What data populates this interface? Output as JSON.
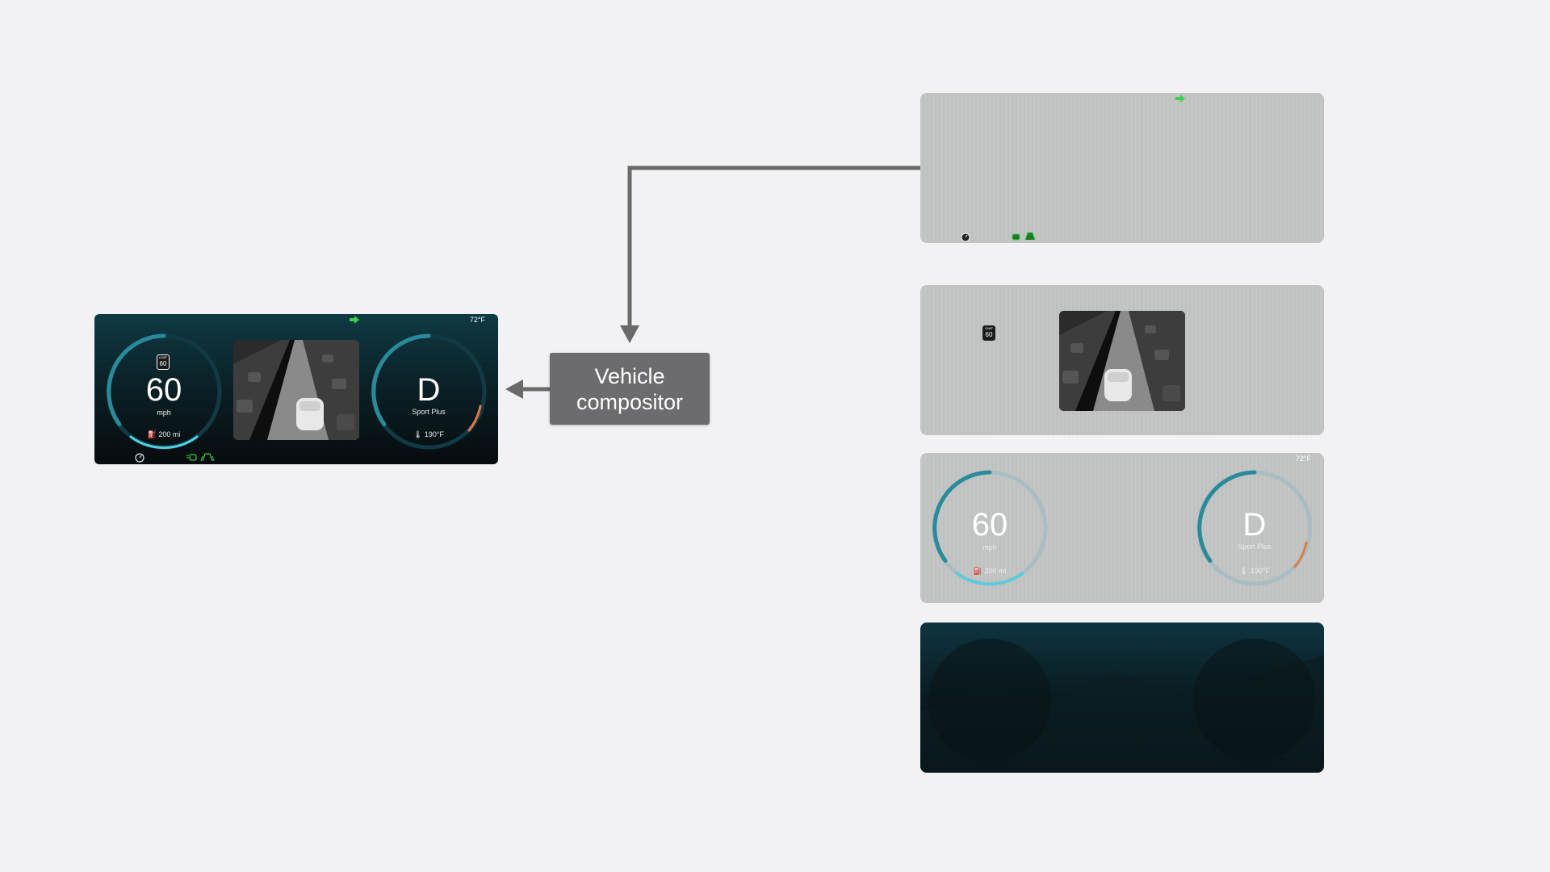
{
  "diagram": {
    "compositor_label": "Vehicle compositor"
  },
  "cluster": {
    "temperature": "72°F",
    "speed": "60",
    "speed_unit": "mph",
    "speed_limit_caption": "LIMIT",
    "speed_limit": "60",
    "range": "200 mi",
    "gear": "D",
    "drive_mode": "Sport Plus",
    "engine_temp": "190°F"
  },
  "layers": [
    {
      "name": "overlay-indicators-layer",
      "content": "turn signal, cruise and lane indicators"
    },
    {
      "name": "speed-limit-and-camera-layer",
      "content": "speed limit sign and road view"
    },
    {
      "name": "gauges-layer",
      "content": "speedometer and gear gauges"
    },
    {
      "name": "background-layer",
      "content": "dark background"
    }
  ],
  "colors": {
    "accent_teal": "#2a8a9a",
    "accent_cyan": "#4fd0e0",
    "accent_orange": "#e07a4a",
    "indicator_green": "#3cd04a",
    "compositor_gray": "#6c6c6e",
    "connector_gray": "#6a6a6a"
  }
}
